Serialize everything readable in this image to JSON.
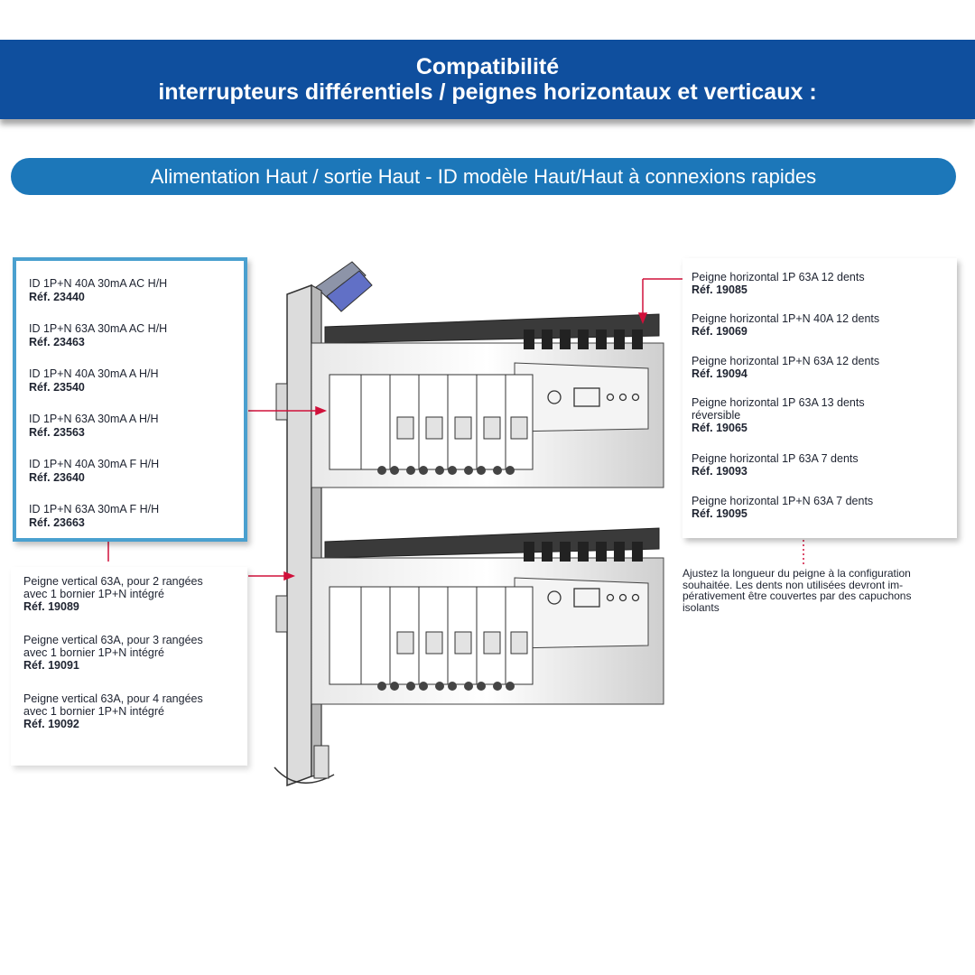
{
  "header": {
    "line1": "Compatibilité",
    "line2": "interrupteurs différentiels / peignes horizontaux et verticaux :"
  },
  "subtitle": "Alimentation Haut / sortie Haut - ID modèle Haut/Haut à connexions rapides",
  "id_products": [
    {
      "label": "ID 1P+N 40A 30mA AC H/H",
      "ref": "Réf. 23440"
    },
    {
      "label": "ID 1P+N 63A 30mA AC H/H",
      "ref": "Réf. 23463"
    },
    {
      "label": "ID 1P+N 40A 30mA A  H/H",
      "ref": "Réf. 23540"
    },
    {
      "label": "ID 1P+N 63A 30mA A  H/H",
      "ref": "Réf. 23563"
    },
    {
      "label": "ID 1P+N 40A 30mA F H/H",
      "ref": "Réf. 23640"
    },
    {
      "label": "ID 1P+N 63A 30mA F H/H",
      "ref": "Réf. 23663"
    }
  ],
  "vertical_combs": [
    {
      "line1": "Peigne vertical 63A, pour 2 rangées",
      "line2": "avec 1 bornier 1P+N intégré",
      "ref": "Réf. 19089"
    },
    {
      "line1": "Peigne vertical 63A, pour 3 rangées",
      "line2": "avec 1 bornier 1P+N intégré",
      "ref": "Réf. 19091"
    },
    {
      "line1": "Peigne vertical 63A, pour 4 rangées",
      "line2": "avec 1 bornier 1P+N intégré",
      "ref": "Réf. 19092"
    }
  ],
  "horizontal_combs": [
    {
      "line1": "Peigne horizontal 1P 63A  12 dents",
      "line2": "",
      "ref": "Réf. 19085"
    },
    {
      "line1": "Peigne horizontal 1P+N 40A  12 dents",
      "line2": "",
      "ref": "Réf. 19069"
    },
    {
      "line1": "Peigne horizontal 1P+N 63A  12 dents",
      "line2": "",
      "ref": "Réf. 19094"
    },
    {
      "line1": "Peigne horizontal 1P 63A  13 dents",
      "line2": "réversible",
      "ref": "Réf. 19065"
    },
    {
      "line1": "Peigne horizontal 1P 63A  7 dents",
      "line2": "",
      "ref": "Réf. 19093"
    },
    {
      "line1": "Peigne horizontal 1P+N 63A  7 dents",
      "line2": "",
      "ref": "Réf. 19095"
    }
  ],
  "note": {
    "line1": "Ajustez la longueur du peigne à la configuration",
    "line2": "souhaitée. Les dents non utilisées devront im-",
    "line3": "pérativement être couvertes par des capuchons",
    "line4": "isolants"
  },
  "colors": {
    "header_bg": "#0f4f9e",
    "pill_bg": "#1c77b9",
    "box_border": "#4aa0cf",
    "pointer": "#d0103a"
  }
}
